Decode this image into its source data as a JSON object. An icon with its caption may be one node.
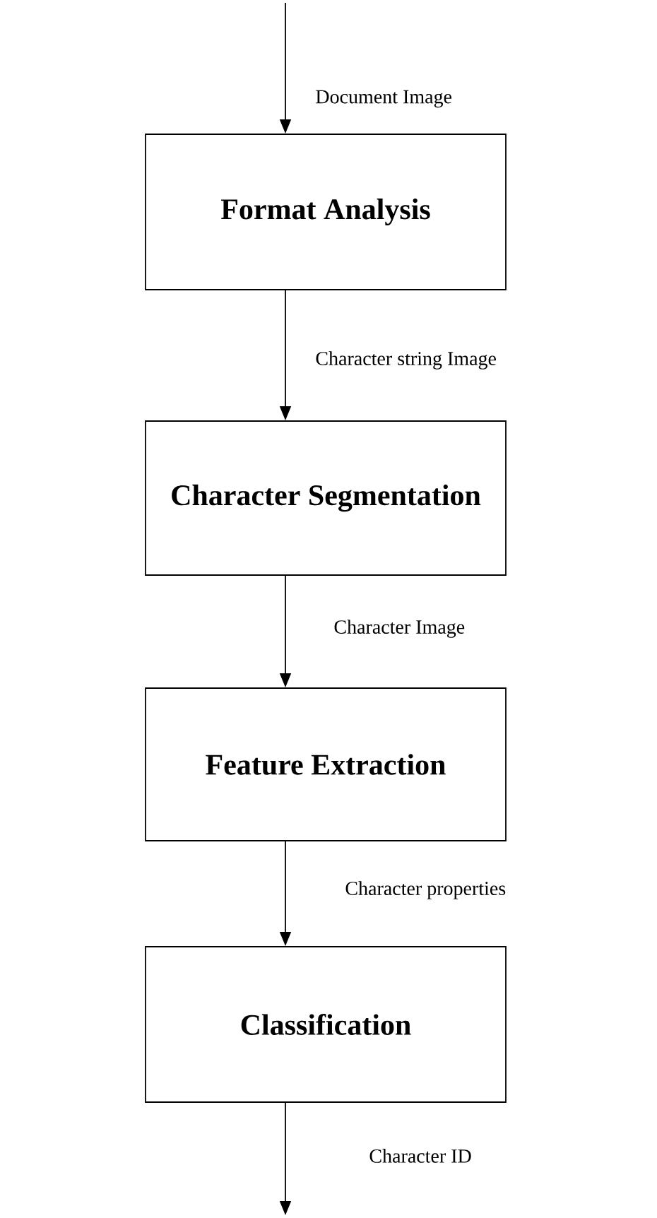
{
  "diagram": {
    "nodes": [
      {
        "text": [
          "Format Analysis"
        ]
      },
      {
        "text": [
          "Character Segmentation"
        ]
      },
      {
        "text": [
          "Feature Extraction"
        ]
      },
      {
        "text": [
          "Classification"
        ]
      }
    ],
    "edges": [
      {
        "from": null,
        "to": 0,
        "arrow": "to",
        "label": "Document Image"
      },
      {
        "from": 0,
        "to": 1,
        "arrow": "to",
        "label": "Character string Image"
      },
      {
        "from": 1,
        "to": 2,
        "arrow": "to",
        "label": "Character Image"
      },
      {
        "from": 2,
        "to": 3,
        "arrow": "to",
        "label": "Character properties"
      },
      {
        "from": 3,
        "to": null,
        "arrow": "to",
        "label": "Character ID"
      }
    ]
  }
}
